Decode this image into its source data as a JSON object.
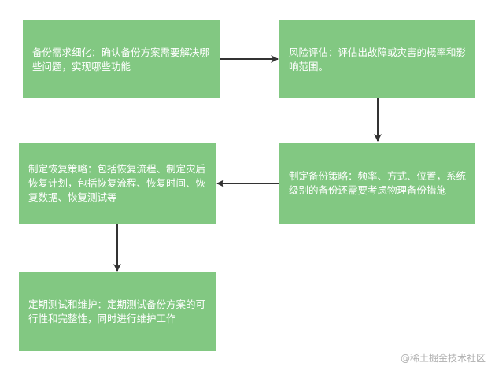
{
  "nodes": [
    {
      "id": "step1",
      "text": "备份需求细化：确认备份方案需要解决哪些问题，实现哪些功能"
    },
    {
      "id": "step2",
      "text": "风险评估：评估出故障或灾害的概率和影响范围。"
    },
    {
      "id": "step3",
      "text": "制定备份策略：频率、方式、位置，系统级别的备份还需要考虑物理备份措施"
    },
    {
      "id": "step4",
      "text": "制定恢复策略：包括恢复流程、制定灾后恢复计划，包括恢复流程、恢复时间、恢复数据、恢复测试等"
    },
    {
      "id": "step5",
      "text": "定期测试和维护：定期测试备份方案的可行性和完整性，同时进行维护工作"
    }
  ],
  "edges": [
    {
      "from": "step1",
      "to": "step2"
    },
    {
      "from": "step2",
      "to": "step3"
    },
    {
      "from": "step3",
      "to": "step4"
    },
    {
      "from": "step4",
      "to": "step5"
    }
  ],
  "colors": {
    "node_fill": "#82c882",
    "node_text": "#ffffff",
    "arrow": "#333333"
  },
  "watermark": "@稀土掘金技术社区"
}
